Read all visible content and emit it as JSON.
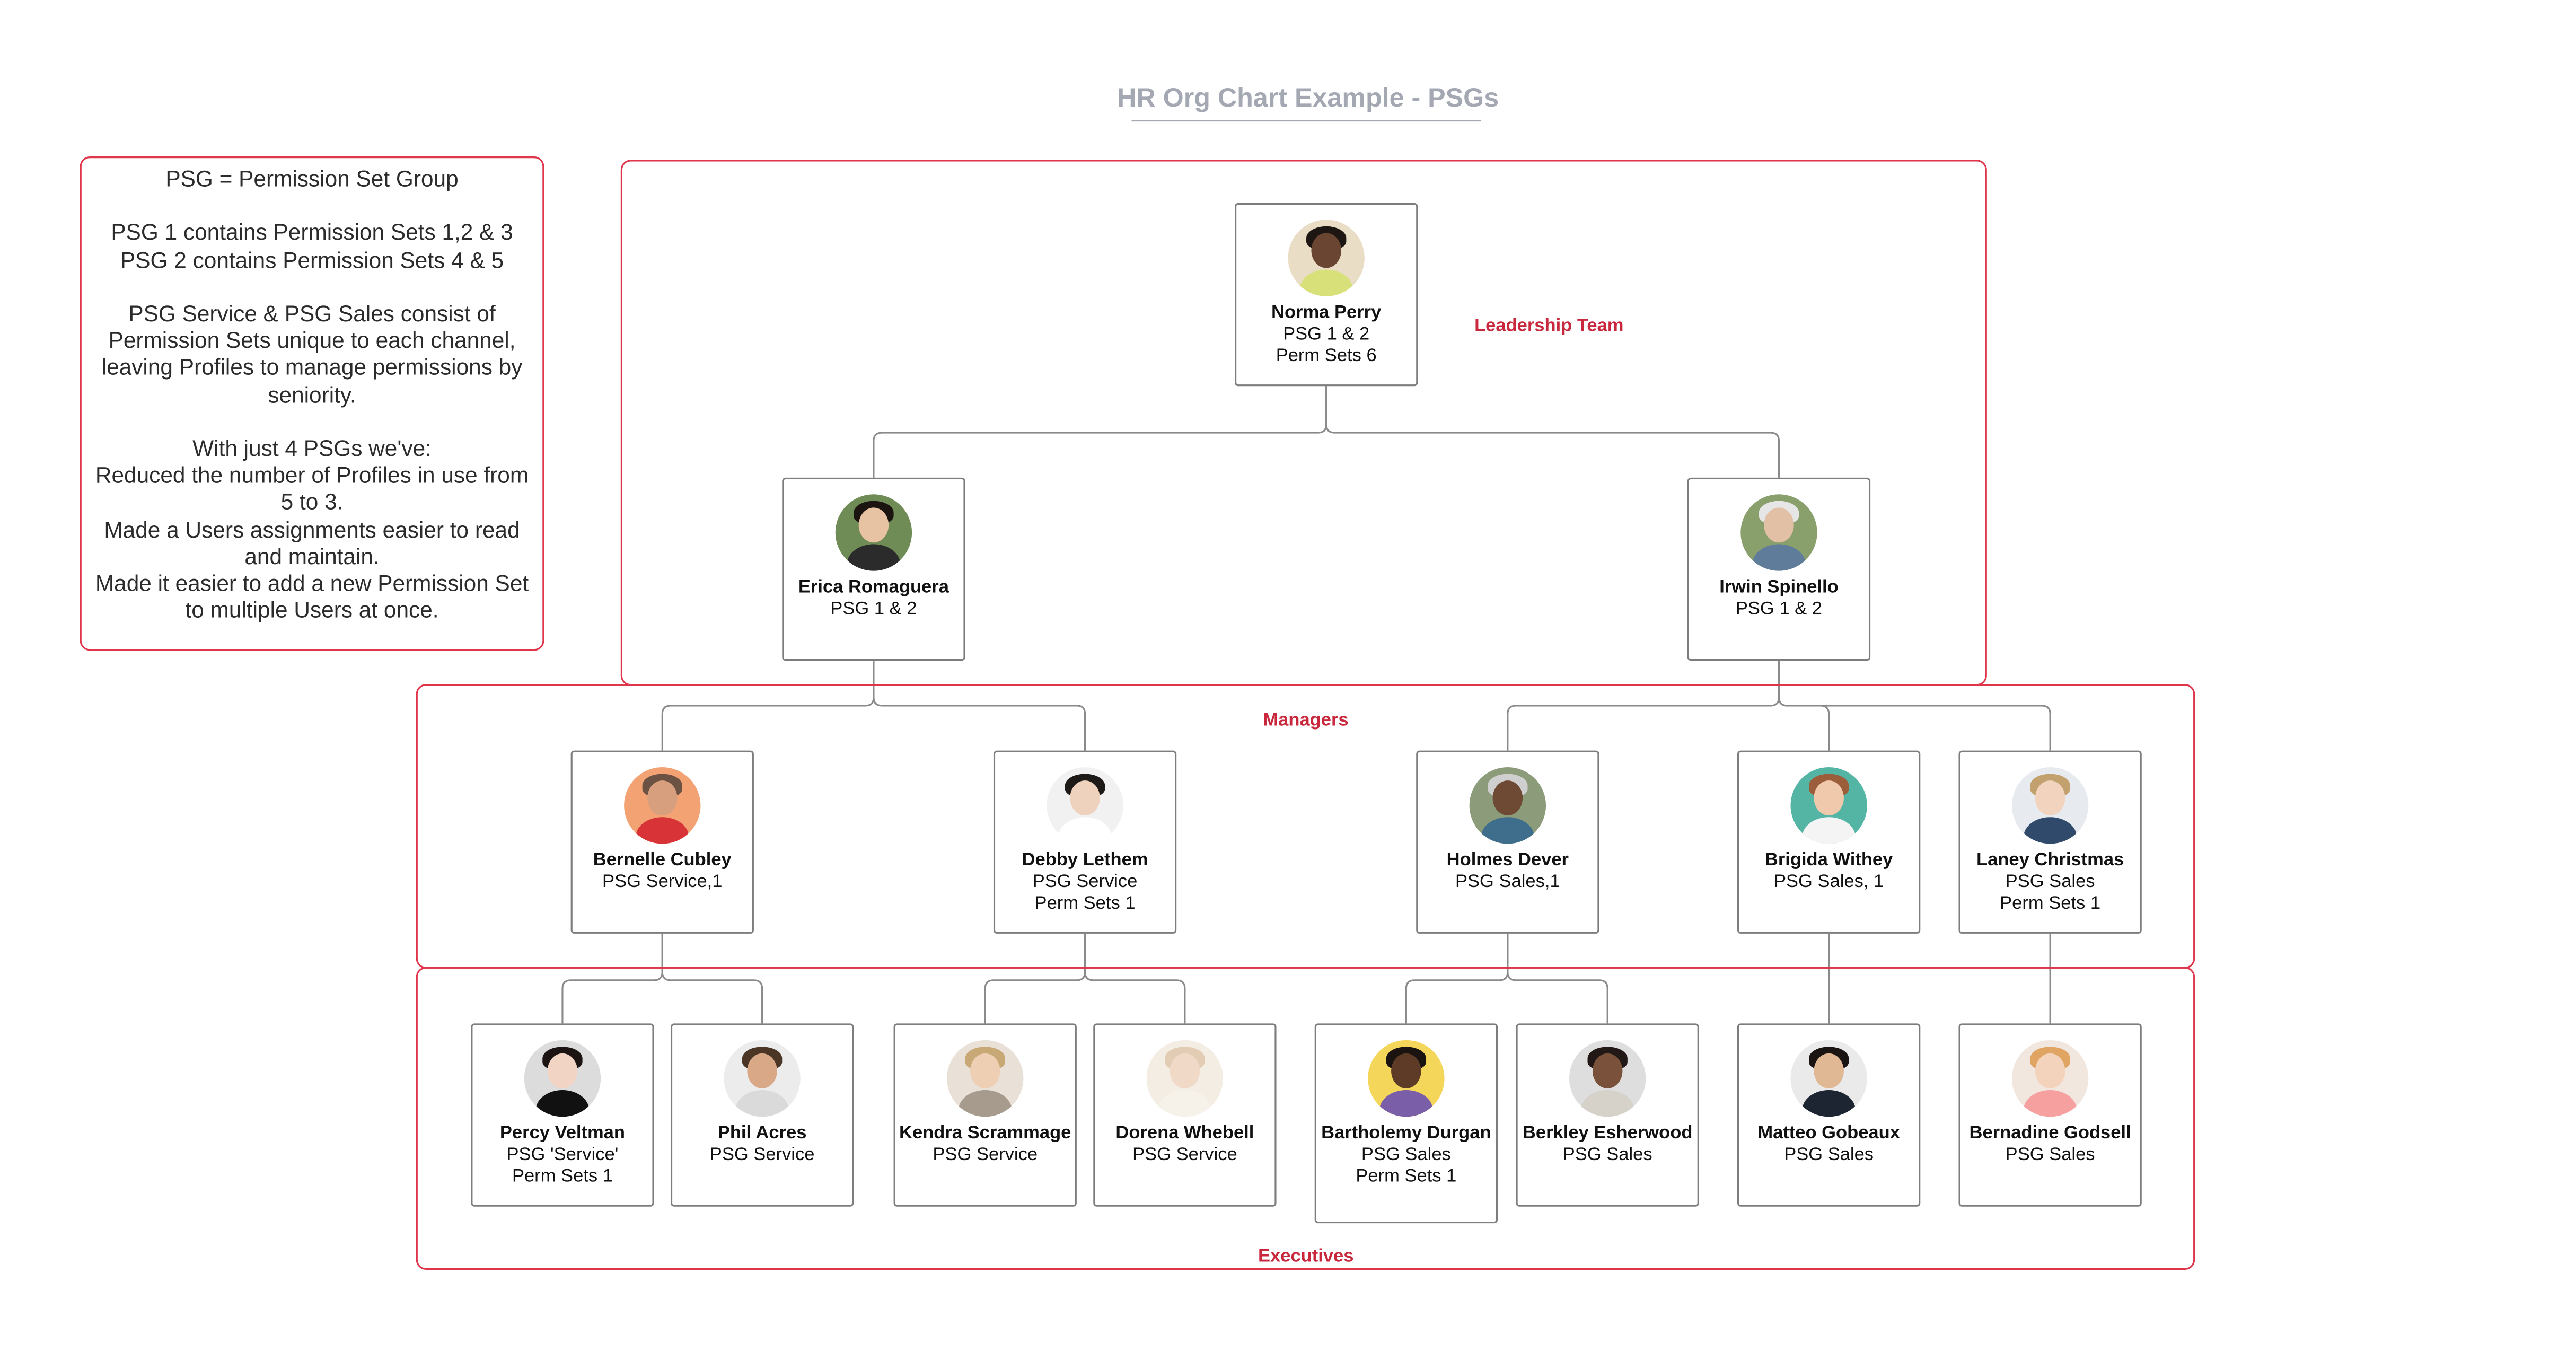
{
  "title": "HR Org Chart Example - PSGs",
  "colors": {
    "group_border": "#e0364b",
    "group_label": "#c8273c",
    "title": "#a3a8b2",
    "connector": "#8a8a8a",
    "card_border": "#7d7d7d"
  },
  "notes": [
    "PSG = Permission Set Group",
    "",
    "PSG 1 contains Permission Sets 1,2 & 3",
    "PSG 2 contains Permission Sets 4 & 5",
    "",
    "PSG Service & PSG Sales consist of Permission Sets unique to each channel, leaving Profiles to manage permissions by seniority.",
    "",
    "With just 4 PSGs we've:",
    "Reduced the number of Profiles in use from 5 to 3.",
    "Made a Users assignments easier to read and maintain.",
    "Made it easier to add a new Permission Set to multiple Users at once."
  ],
  "groups": {
    "leadership": "Leadership Team",
    "managers": "Managers",
    "executives": "Executives"
  },
  "people": {
    "norma": {
      "name": "Norma Perry",
      "lines": [
        "PSG 1 & 2",
        "Perm Sets 6"
      ],
      "avatar": "avatar-norma"
    },
    "erica": {
      "name": "Erica Romaguera",
      "lines": [
        "PSG 1 & 2"
      ],
      "avatar": "avatar-erica"
    },
    "irwin": {
      "name": "Irwin Spinello",
      "lines": [
        "PSG 1 & 2"
      ],
      "avatar": "avatar-irwin"
    },
    "bernelle": {
      "name": "Bernelle Cubley",
      "lines": [
        "PSG Service,1"
      ],
      "avatar": "avatar-bernelle"
    },
    "debby": {
      "name": "Debby Lethem",
      "lines": [
        "PSG Service",
        "Perm Sets 1"
      ],
      "avatar": "avatar-debby"
    },
    "holmes": {
      "name": "Holmes Dever",
      "lines": [
        "PSG Sales,1"
      ],
      "avatar": "avatar-holmes"
    },
    "brigida": {
      "name": "Brigida Withey",
      "lines": [
        "PSG Sales, 1"
      ],
      "avatar": "avatar-brigida"
    },
    "laney": {
      "name": "Laney Christmas",
      "lines": [
        "PSG Sales",
        "Perm Sets 1"
      ],
      "avatar": "avatar-laney"
    },
    "percy": {
      "name": "Percy Veltman",
      "lines": [
        "PSG 'Service'",
        "Perm Sets 1"
      ],
      "avatar": "avatar-percy"
    },
    "phil": {
      "name": "Phil Acres",
      "lines": [
        "PSG Service"
      ],
      "avatar": "avatar-phil"
    },
    "kendra": {
      "name": "Kendra Scrammage",
      "lines": [
        "PSG Service"
      ],
      "avatar": "avatar-kendra"
    },
    "dorena": {
      "name": "Dorena Whebell",
      "lines": [
        "PSG Service"
      ],
      "avatar": "avatar-dorena"
    },
    "bartholemy": {
      "name": "Bartholemy Durgan",
      "lines": [
        "PSG Sales",
        "Perm Sets 1"
      ],
      "avatar": "avatar-bartholemy"
    },
    "berkley": {
      "name": "Berkley Esherwood",
      "lines": [
        "PSG Sales"
      ],
      "avatar": "avatar-berkley"
    },
    "matteo": {
      "name": "Matteo Gobeaux",
      "lines": [
        "PSG Sales"
      ],
      "avatar": "avatar-matteo"
    },
    "bernadine": {
      "name": "Bernadine Godsell",
      "lines": [
        "PSG Sales"
      ],
      "avatar": "avatar-bernadine"
    }
  }
}
